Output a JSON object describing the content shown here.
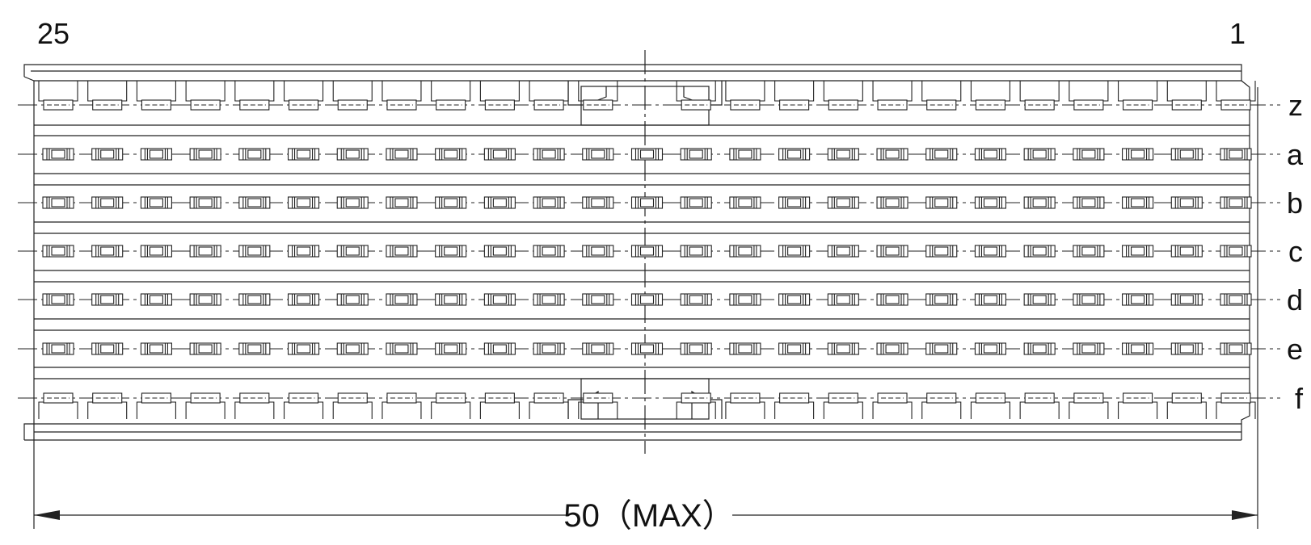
{
  "pin_labels": {
    "left": "25",
    "right": "1"
  },
  "rows": [
    {
      "label": "z",
      "type": "slot"
    },
    {
      "label": "a",
      "type": "contact"
    },
    {
      "label": "b",
      "type": "contact"
    },
    {
      "label": "c",
      "type": "contact"
    },
    {
      "label": "d",
      "type": "contact"
    },
    {
      "label": "e",
      "type": "contact"
    },
    {
      "label": "f",
      "type": "slot"
    }
  ],
  "positions": 25,
  "dimension": {
    "text": "50（MAX）"
  },
  "colors": {
    "line": "#222222",
    "background": "#ffffff"
  }
}
